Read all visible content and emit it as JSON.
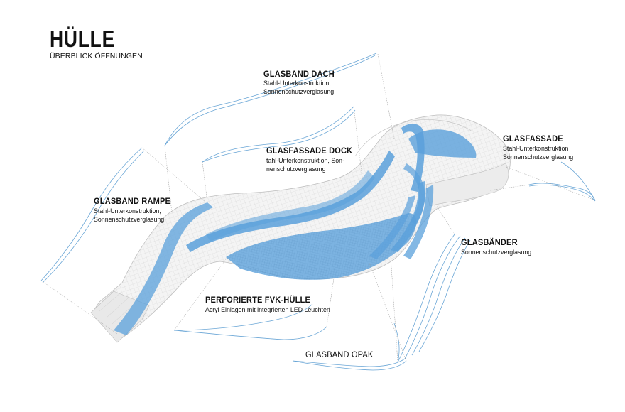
{
  "header": {
    "title": "HÜLLE",
    "subtitle": "ÜBERBLICK ÖFFNUNGEN"
  },
  "labels": {
    "glasband_dach": {
      "title": "GLASBAND DACH",
      "lines": [
        "Stahl-Unterkonstruktion,",
        "Sonnenschutzverglasung"
      ]
    },
    "glasfassade_dock": {
      "title": "GLASFASSADE DOCK",
      "lines": [
        "tahl-Unterkonstruktion, Son-",
        "nenschutzverglasung"
      ]
    },
    "glasfassade": {
      "title": "GLASFASSADE",
      "lines": [
        "Stahl-Unterkonstruktion",
        "Sonnenschutzverglasung"
      ]
    },
    "glasband_rampe": {
      "title": "GLASBAND RAMPE",
      "lines": [
        "Stahl-Unterkonstruktion,",
        "Sonnenschutzverglasung"
      ]
    },
    "glasbaender": {
      "title": "GLASBÄNDER",
      "lines": [
        "Sonnenschutzverglasung"
      ]
    },
    "perforierte_fvk": {
      "title": "PERFORIERTE FVK-HÜLLE",
      "lines": [
        "Acryl Einlagen mit integrierten LED Leuchten"
      ]
    },
    "glasband_opak": {
      "title": "GLASBAND OPAK",
      "lines": []
    }
  },
  "colors": {
    "glass_blue": "#5aa0db",
    "outline_blue": "#6aa6d6",
    "mesh_grey": "#c9c9c9",
    "leader_grey": "#9a9a9a",
    "text": "#111111"
  }
}
